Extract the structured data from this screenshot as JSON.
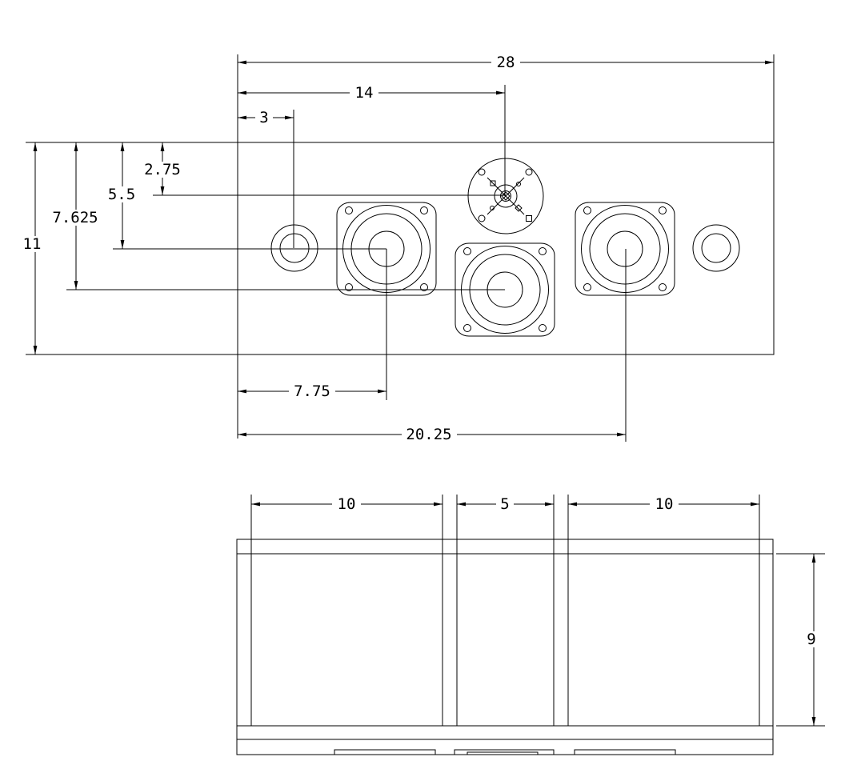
{
  "drawing": {
    "front_view": {
      "overall_width": "28",
      "tweeter_offset_x": "14",
      "port_offset_x": "3",
      "tweeter_offset_y": "2.75",
      "woofer_mid_offset_y": "5.5",
      "woofer_low_offset_y": "7.625",
      "overall_height": "11",
      "left_woofer_offset_x": "7.75",
      "right_woofer_offset_x": "20.25"
    },
    "top_view": {
      "left_chamber_width": "10",
      "center_chamber_width": "5",
      "right_chamber_width": "10",
      "interior_depth": "9"
    }
  }
}
